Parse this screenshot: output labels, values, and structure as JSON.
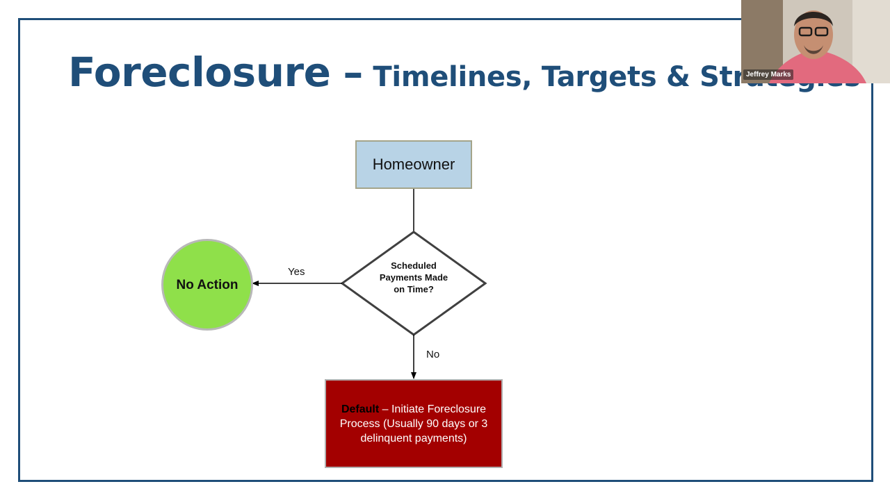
{
  "slide": {
    "title_main": "Foreclosure",
    "title_dash": "–",
    "title_sub": "Timelines, Targets & Strategies"
  },
  "diagram": {
    "homeowner": "Homeowner",
    "decision": "Scheduled Payments Made on Time?",
    "yes_label": "Yes",
    "no_label": "No",
    "no_action": "No Action",
    "default_bold": "Default",
    "default_rest": " – Initiate Foreclosure Process (Usually 90 days or 3 delinquent payments)"
  },
  "webcam": {
    "participant_name": "Jeffrey Marks"
  },
  "colors": {
    "title": "#1f4e79",
    "homeowner_fill": "#b8d3e6",
    "no_action_fill": "#8fe04a",
    "default_fill": "#a30000"
  }
}
